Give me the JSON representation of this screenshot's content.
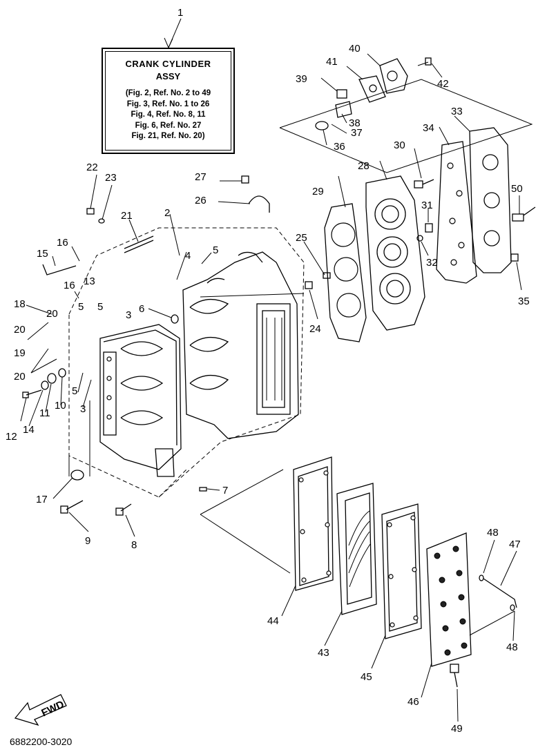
{
  "assembly": {
    "title": "CRANK CYLINDER",
    "subtitle": "ASSY",
    "refs": [
      "(Fig. 2, Ref. No. 2 to 49",
      "Fig. 3, Ref. No. 1 to 26",
      "Fig. 4, Ref. No. 8, 11",
      "Fig. 6, Ref. No. 27",
      "Fig. 21, Ref. No. 20)"
    ]
  },
  "fwd_label": "FWD",
  "footer_code": "6882200-3020",
  "callouts": [
    {
      "id": "c1",
      "text": "1"
    },
    {
      "id": "c2",
      "text": "2"
    },
    {
      "id": "c3a",
      "text": "3"
    },
    {
      "id": "c3b",
      "text": "3"
    },
    {
      "id": "c4",
      "text": "4"
    },
    {
      "id": "c5a",
      "text": "5"
    },
    {
      "id": "c5b",
      "text": "5"
    },
    {
      "id": "c5c",
      "text": "5"
    },
    {
      "id": "c5d",
      "text": "5"
    },
    {
      "id": "c6",
      "text": "6"
    },
    {
      "id": "c7",
      "text": "7"
    },
    {
      "id": "c8",
      "text": "8"
    },
    {
      "id": "c9",
      "text": "9"
    },
    {
      "id": "c10",
      "text": "10"
    },
    {
      "id": "c11",
      "text": "11"
    },
    {
      "id": "c12",
      "text": "12"
    },
    {
      "id": "c13",
      "text": "13"
    },
    {
      "id": "c14",
      "text": "14"
    },
    {
      "id": "c15",
      "text": "15"
    },
    {
      "id": "c16a",
      "text": "16"
    },
    {
      "id": "c16b",
      "text": "16"
    },
    {
      "id": "c17",
      "text": "17"
    },
    {
      "id": "c18",
      "text": "18"
    },
    {
      "id": "c19",
      "text": "19"
    },
    {
      "id": "c20a",
      "text": "20"
    },
    {
      "id": "c20b",
      "text": "20"
    },
    {
      "id": "c20c",
      "text": "20"
    },
    {
      "id": "c21",
      "text": "21"
    },
    {
      "id": "c22",
      "text": "22"
    },
    {
      "id": "c23",
      "text": "23"
    },
    {
      "id": "c24",
      "text": "24"
    },
    {
      "id": "c25",
      "text": "25"
    },
    {
      "id": "c26",
      "text": "26"
    },
    {
      "id": "c27",
      "text": "27"
    },
    {
      "id": "c28",
      "text": "28"
    },
    {
      "id": "c29",
      "text": "29"
    },
    {
      "id": "c30",
      "text": "30"
    },
    {
      "id": "c31",
      "text": "31"
    },
    {
      "id": "c32",
      "text": "32"
    },
    {
      "id": "c33",
      "text": "33"
    },
    {
      "id": "c34",
      "text": "34"
    },
    {
      "id": "c35",
      "text": "35"
    },
    {
      "id": "c36",
      "text": "36"
    },
    {
      "id": "c37",
      "text": "37"
    },
    {
      "id": "c38",
      "text": "38"
    },
    {
      "id": "c39",
      "text": "39"
    },
    {
      "id": "c40",
      "text": "40"
    },
    {
      "id": "c41",
      "text": "41"
    },
    {
      "id": "c42",
      "text": "42"
    },
    {
      "id": "c43",
      "text": "43"
    },
    {
      "id": "c44",
      "text": "44"
    },
    {
      "id": "c45",
      "text": "45"
    },
    {
      "id": "c46",
      "text": "46"
    },
    {
      "id": "c47",
      "text": "47"
    },
    {
      "id": "c48a",
      "text": "48"
    },
    {
      "id": "c48b",
      "text": "48"
    },
    {
      "id": "c49",
      "text": "49"
    },
    {
      "id": "c50",
      "text": "50"
    }
  ]
}
